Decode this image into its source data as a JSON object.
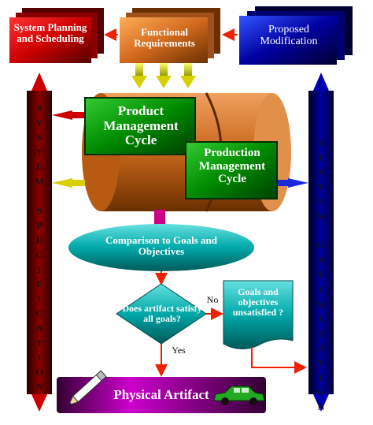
{
  "boxes": {
    "system_planning": "System Planning and Scheduling",
    "functional_requirements": "Functional Requirements",
    "proposed_modification": "Proposed Modification",
    "product_management_cycle": "Product Management Cycle",
    "production_management_cycle": "Production Management Cycle",
    "comparison": "Comparison to Goals and Objectives",
    "decision": "Does artifact satisfy all goals?",
    "goals_unsatisfied": "Goals and objectives unsatisfied ?",
    "physical_artifact": "Physical Artifact"
  },
  "branches": {
    "no": "No",
    "yes": "Yes"
  },
  "side_bars": {
    "left": [
      "S",
      "Y",
      "S",
      "T",
      "E",
      "M",
      "",
      "S",
      "P",
      "E",
      "C",
      "I",
      "F",
      "I",
      "C",
      "A",
      "T",
      "I",
      "O",
      "N"
    ],
    "right": [
      "S",
      "Y",
      "S",
      "T",
      "E",
      "M",
      "",
      "O",
      "P",
      "T",
      "I",
      "M",
      "I",
      "Z",
      "A",
      "T",
      "I",
      "O",
      "N"
    ]
  },
  "colors": {
    "red_box": "#cc0000",
    "orange_box": "#d2691e",
    "blue_box": "#000080",
    "green_box": "#008000",
    "teal": "#00a0a0",
    "magenta": "#cc00cc",
    "arrow_red": "#ee2200",
    "yellow": "#e8e000"
  },
  "icons": [
    "pencil-icon",
    "car-icon"
  ]
}
